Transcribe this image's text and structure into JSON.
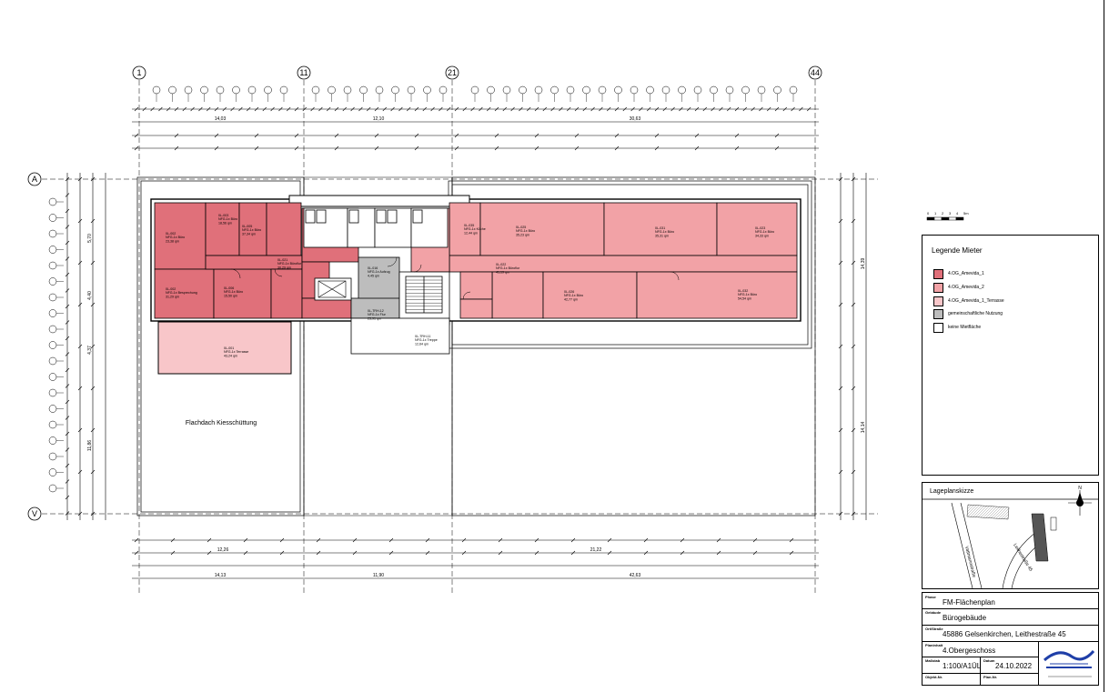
{
  "drawing": {
    "axis_labels": {
      "top": [
        "1",
        "11",
        "21",
        "44"
      ],
      "left": [
        "A",
        "V"
      ]
    },
    "roof_label": "Flachdach Kiesschüttung",
    "rooms": [
      {
        "code": "0L-002",
        "type": "NFG-1x Büro",
        "area": "23,38 qm"
      },
      {
        "code": "0L-003",
        "type": "NFG-1x Büro",
        "area": "18,56 qm"
      },
      {
        "code": "0L-005",
        "type": "NFG-1x Büro",
        "area": "37,34 qm"
      },
      {
        "code": "0L-002",
        "type": "NFG-1x Besprechung",
        "area": "31,29 qm"
      },
      {
        "code": "0L-006",
        "type": "NFG-1x Büro",
        "area": "15,50 qm"
      },
      {
        "code": "0L-021",
        "type": "NFG-1x Büroflur",
        "area": "30,29 qm"
      },
      {
        "code": "0L-001",
        "type": "NFG-1x Terrasse",
        "area": "43,24 qm"
      },
      {
        "code": "0L-035",
        "type": "NFG-1x Küche",
        "area": "12,44 qm"
      },
      {
        "code": "0L-025",
        "type": "NFG-1x Büro",
        "area": "35,23 qm"
      },
      {
        "code": "0L-031",
        "type": "NFG-1x Büro",
        "area": "35,31 qm"
      },
      {
        "code": "0L-023",
        "type": "NFG-1x Büro",
        "area": "34,33 qm"
      },
      {
        "code": "0L-022",
        "type": "NFG-1x Büroflur",
        "area": "41,19 qm"
      },
      {
        "code": "0L-026",
        "type": "NFG-1x Büro",
        "area": "42,77 qm"
      },
      {
        "code": "0L-032",
        "type": "NFG-1x Büro",
        "area": "54,54 qm"
      },
      {
        "code": "0L-016",
        "type": "NFG-1x Aufzug",
        "area": "4,45 qm"
      },
      {
        "code": "0L-TRH-12",
        "type": "NFG-1x Flur",
        "area": "23,91 qm"
      },
      {
        "code": "0L-TRH-11",
        "type": "NFG-1x Treppe",
        "area": "12,64 qm"
      }
    ],
    "dim_totals_top": [
      "14,03",
      "12,10",
      "30,63"
    ],
    "dim_totals_bottom": [
      "14,13",
      "11,90",
      "42,63"
    ],
    "dim_bottom_mid": [
      "12,26",
      "21,22"
    ],
    "dim_left": [
      "5,70",
      "4,40",
      "4,37",
      "11,86"
    ],
    "dim_right": [
      "14,39",
      "14,14"
    ],
    "scale_bar": [
      "0",
      "1",
      "2",
      "3",
      "4",
      "5m"
    ]
  },
  "legend": {
    "title": "Legende Mieter",
    "items": [
      {
        "label": "4.OG_Amevida_1",
        "color": "#e0707a"
      },
      {
        "label": "4.OG_Amevida_2",
        "color": "#f2a2a6"
      },
      {
        "label": "4.OG_Amevida_1_Terrasse",
        "color": "#f8c6c9"
      },
      {
        "label": "gemeinschaftliche Nutzung",
        "color": "#bdbdbd"
      },
      {
        "label": "keine Mietfläche",
        "color": "#ffffff"
      }
    ]
  },
  "site_plan": {
    "title": "Lageplanskizze",
    "street_1": "Vattmannstraße",
    "street_2": "Leithestraße 45",
    "north": "N"
  },
  "title_block": {
    "phase_label": "Phase",
    "phase": "FM-Flächenplan",
    "building_label": "Gebäude",
    "building": "Bürogebäude",
    "location_label": "Ort/Straße",
    "location": "45886 Gelsenkirchen, Leithestraße 45",
    "floor_label": "Planinhalt",
    "floor": "4.Obergeschoss",
    "scale_label": "Maßstab",
    "scale": "1:100/A1ÜL",
    "date_label": "Datum",
    "date": "24.10.2022",
    "object_label": "Objekt-Nr.",
    "plan_label": "Plan-Nr."
  }
}
